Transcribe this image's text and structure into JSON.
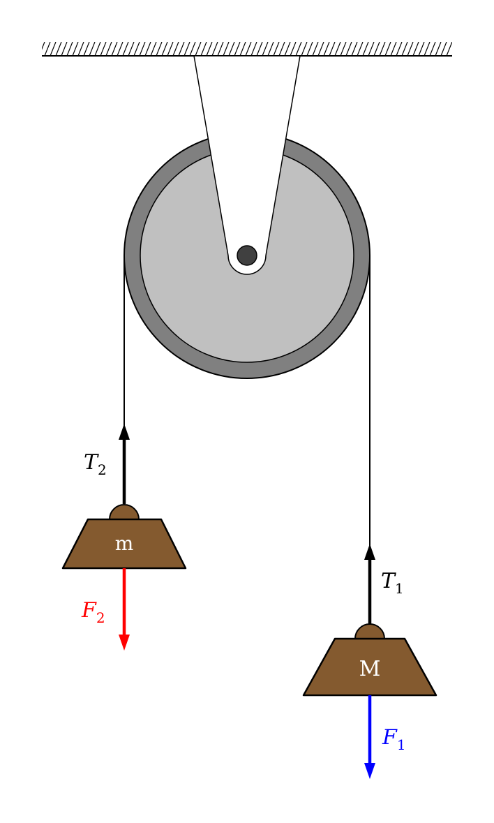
{
  "colors": {
    "mass": "#845a2f",
    "rim": "#808080",
    "wheel": "#c0c0c0",
    "axle": "#404040",
    "tension": "#000000",
    "force_left": "#ff0000",
    "force_right": "#0000ff"
  },
  "left_mass": {
    "label": "m",
    "tension": {
      "sym": "T",
      "sub": "2"
    },
    "force": {
      "sym": "F",
      "sub": "2"
    }
  },
  "right_mass": {
    "label": "M",
    "tension": {
      "sym": "T",
      "sub": "1"
    },
    "force": {
      "sym": "F",
      "sub": "1"
    }
  }
}
